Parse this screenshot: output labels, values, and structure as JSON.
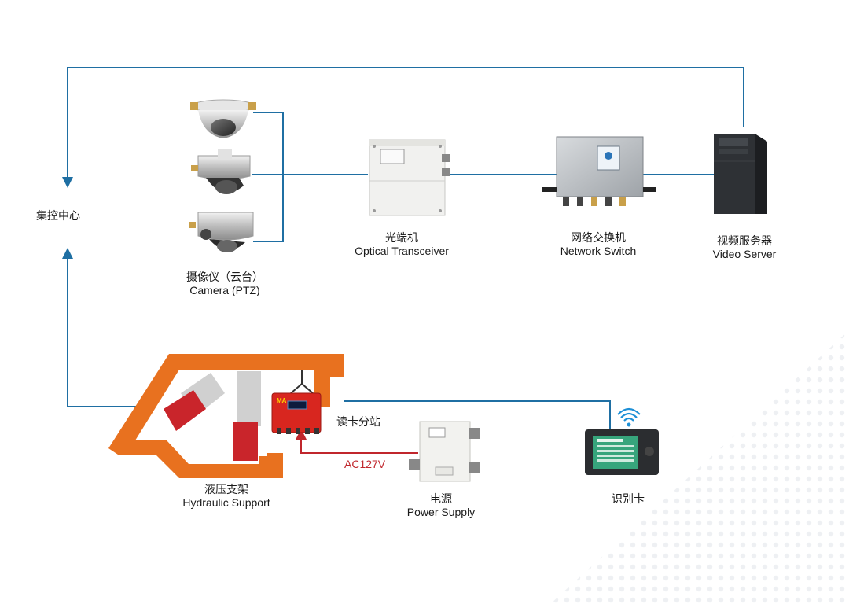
{
  "labels": {
    "control_center": "集控中心",
    "camera_zh": "摄像仪（云台）",
    "camera_en": "Camera (PTZ)",
    "optical_zh": "光端机",
    "optical_en": "Optical Transceiver",
    "switch_zh": "网络交换机",
    "switch_en": "Network Switch",
    "server_zh": "视频服务器",
    "server_en": "Video Server",
    "reader_zh": "读卡分站",
    "hydraulic_zh": "液压支架",
    "hydraulic_en": "Hydraulic Support",
    "power_zh": "电源",
    "power_en": "Power Supply",
    "idcard_zh": "识别卡",
    "ac_voltage": "AC127V",
    "reader_brand": "MA"
  },
  "colors": {
    "link_line": "#1f6fa3",
    "power_line": "#c0262c",
    "support_orange": "#e8711f",
    "support_red": "#c9252b",
    "reader_box": "#d8261f",
    "card_green": "#2f9e74",
    "wifi_blue": "#1d8fd6"
  }
}
